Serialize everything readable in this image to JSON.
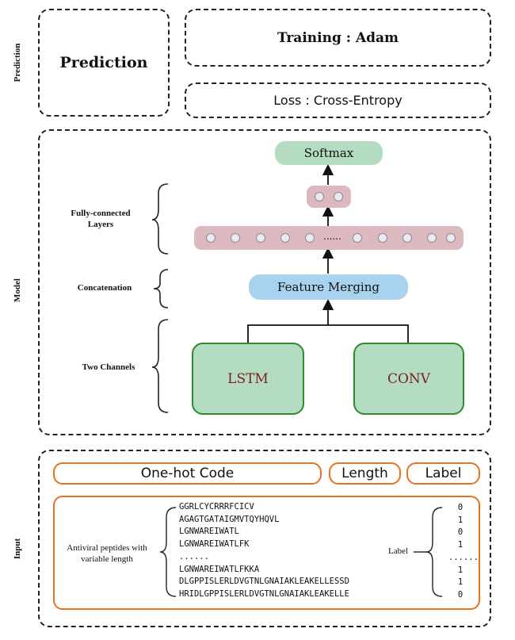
{
  "sections": {
    "prediction": "Prediction",
    "model": "Model",
    "input": "Input"
  },
  "prediction": {
    "title": "Prediction",
    "training": "Training : Adam",
    "loss": "Loss : Cross-Entropy"
  },
  "model": {
    "softmax": "Softmax",
    "fc_label": "Fully-connected Layers",
    "concat_label": "Concatenation",
    "channels_label": "Two Channels",
    "feature_merging": "Feature Merging",
    "lstm": "LSTM",
    "conv": "CONV",
    "ellipsis": "......"
  },
  "input": {
    "one_hot": "One-hot Code",
    "length": "Length",
    "label": "Label",
    "peptides_caption": "Antiviral peptides with variable length",
    "label_caption": "Label",
    "sequences": [
      "GGRLCYCRRRFCICV",
      "AGAGTGATAIGMVTQYHQVL",
      "LGNWAREIWATL",
      "LGNWAREIWATLFK",
      "......",
      "LGNWAREIWATLFKKA",
      "DLGPPISLERLDVGTNLGNAIAKLEAKELLESSD",
      "HRIDLGPPISLERLDVGTNLGNAIAKLEAKELLE"
    ],
    "labels": [
      "0",
      "1",
      "0",
      "1",
      "......",
      "1",
      "1",
      "0"
    ]
  },
  "colors": {
    "green_fill": "#b4dcc1",
    "green_border": "#2e8b2e",
    "pink": "#dcb8bf",
    "blue": "#a9d2ef",
    "orange": "#e8731e",
    "lstm_text": "#7a1f1f"
  }
}
